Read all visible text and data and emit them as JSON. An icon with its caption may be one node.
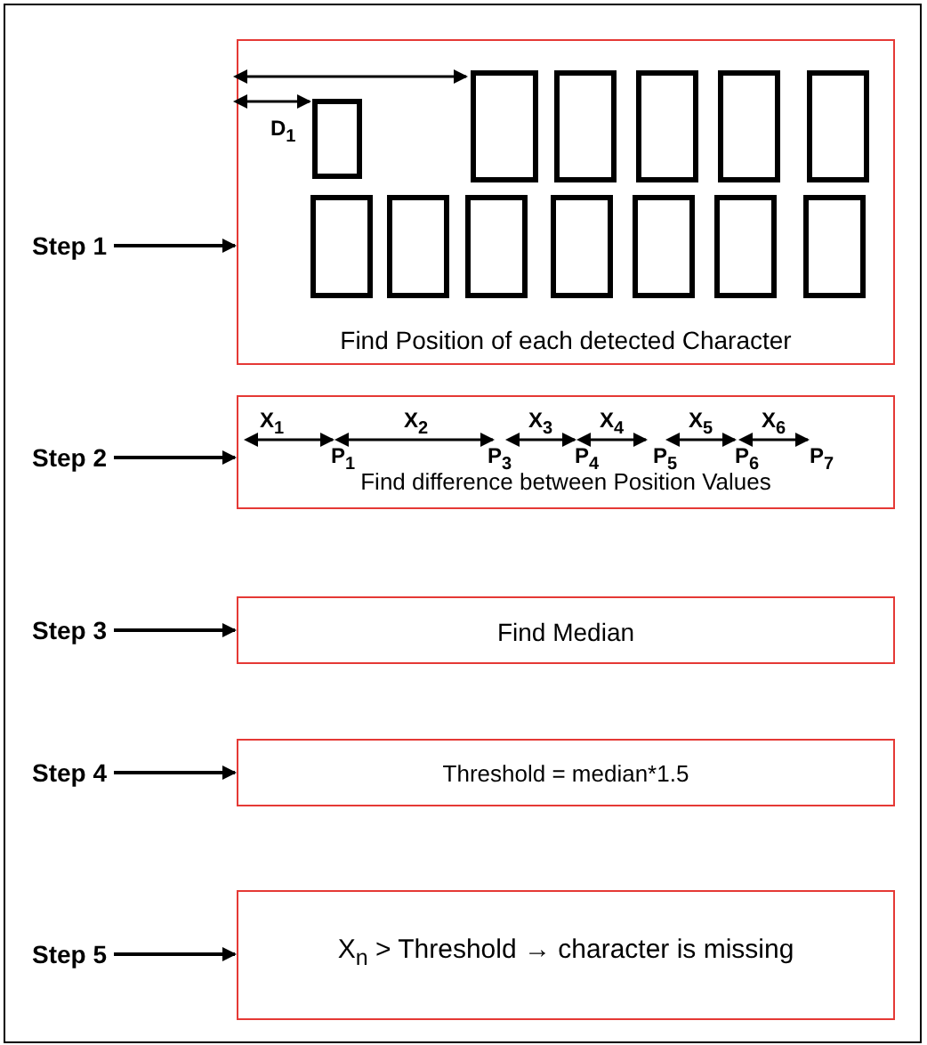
{
  "diagram": {
    "nodes": [
      {
        "text": [
          "Step 1"
        ]
      },
      {
        "text": [
          "Find Position of each detected Character"
        ]
      },
      {
        "text": [
          "Step 2"
        ]
      },
      {
        "text": [
          "Find difference between Position Values"
        ]
      },
      {
        "text": [
          "Step 3"
        ]
      },
      {
        "text": [
          "Find Median"
        ]
      },
      {
        "text": [
          "Step 4"
        ]
      },
      {
        "text": [
          "Threshold = median*1.5"
        ]
      },
      {
        "text": [
          "Step 5"
        ]
      },
      {
        "text": [
          "X$_{n}$ > Threshold → character is missing"
        ]
      }
    ],
    "edges": [
      {
        "from": 0,
        "to": 1,
        "arrow": "to"
      },
      {
        "from": 2,
        "to": 3,
        "arrow": "to"
      },
      {
        "from": 4,
        "to": 5,
        "arrow": "to"
      },
      {
        "from": 6,
        "to": 7,
        "arrow": "to"
      },
      {
        "from": 8,
        "to": 9,
        "arrow": "to"
      }
    ],
    "labels": [
      "D$_{1}$",
      "X$_{1}$",
      "X$_{2}$",
      "X$_{3}$",
      "X$_{4}$",
      "X$_{5}$",
      "X$_{6}$",
      "P$_{1}$",
      "P$_{3}$",
      "P$_{4}$",
      "P$_{5}$",
      "P$_{6}$",
      "P$_{7}$"
    ]
  }
}
